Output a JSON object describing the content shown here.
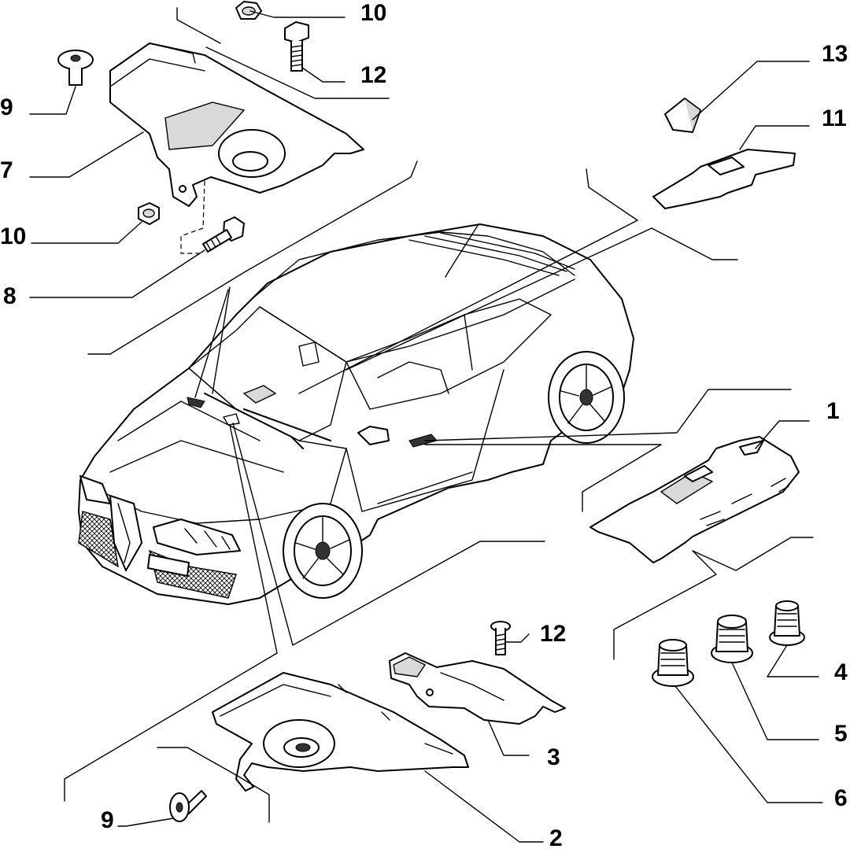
{
  "callouts": {
    "c1": "1",
    "c2": "2",
    "c3": "3",
    "c4": "4",
    "c5": "5",
    "c6": "6",
    "c7": "7",
    "c8": "8",
    "c9a": "9",
    "c9b": "9",
    "c10a": "10",
    "c10b": "10",
    "c11": "11",
    "c12a": "12",
    "c12b": "12",
    "c13": "13"
  }
}
